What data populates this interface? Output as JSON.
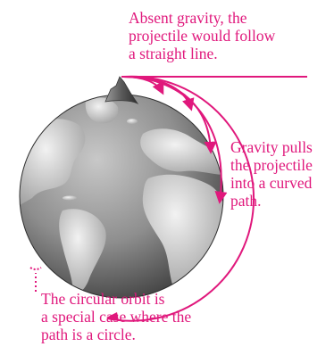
{
  "colors": {
    "accent": "#e0187c",
    "ocean": "#8e8e8e",
    "land": "#d4d4d4",
    "mountain": "#6a6a6a"
  },
  "captions": {
    "straight_line": [
      "Absent gravity, the",
      "projectile would follow",
      "a straight line."
    ],
    "gravity": [
      "Gravity pulls",
      "the projectile",
      "into a curved",
      "path."
    ],
    "circular_orbit": [
      "The circular orbit is",
      "a special case where the",
      "path is a circle."
    ]
  }
}
